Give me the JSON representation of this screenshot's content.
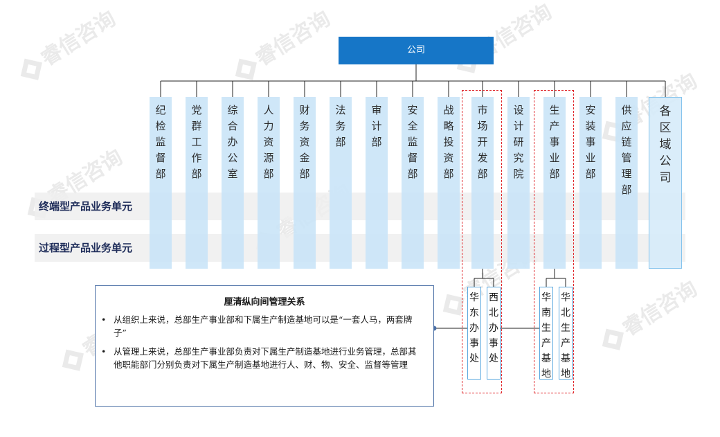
{
  "watermark": "睿信咨询",
  "company": "公司",
  "departments": [
    "纪检监督部",
    "党群工作部",
    "综合办公室",
    "人力资源部",
    "财务资金部",
    "法务部",
    "审计部",
    "安全监督部",
    "战略投资部",
    "市场开发部",
    "设计研究院",
    "生产事业部",
    "安装事业部",
    "供应链管理部",
    "各区域公司"
  ],
  "bands": [
    "终端型产品业务单元",
    "过程型产品业务单元"
  ],
  "market_subunits": [
    "华东办事处",
    "西北办事处"
  ],
  "production_subunits": [
    "华南生产基地",
    "华北生产基地"
  ],
  "note": {
    "title": "厘清纵向间管理关系",
    "items": [
      "从组织上来说，总部生产事业部和下属生产制造基地可以是“一套人马，两套牌子”",
      "从管理上来说，总部生产事业部负责对下属生产制造基地进行业务管理，总部其他职能部门分别负责对下属生产制造基地进行人、财、物、安全、监督等管理"
    ]
  }
}
